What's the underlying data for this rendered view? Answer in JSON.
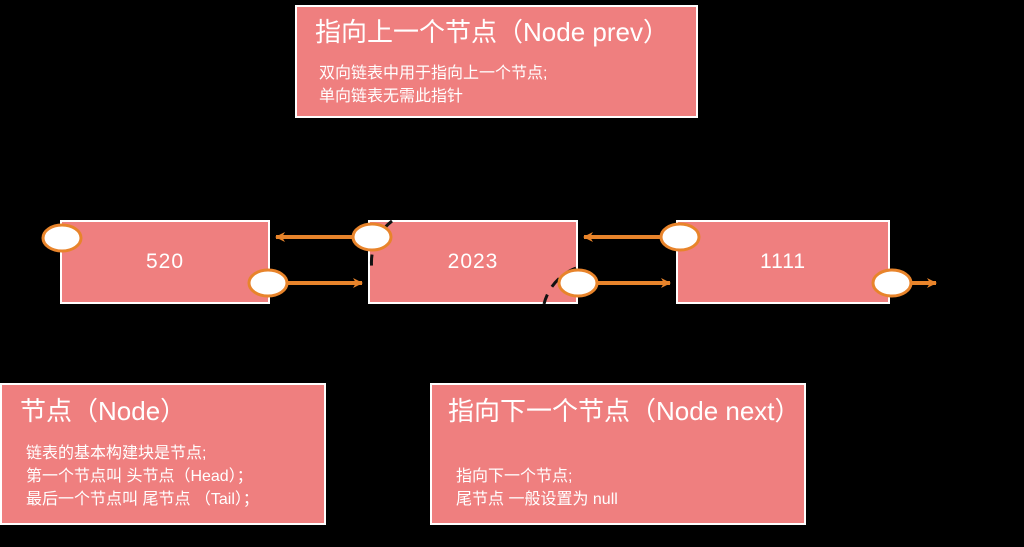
{
  "diagram": {
    "title": "linked-list-node-structure",
    "background_color": "#000000",
    "box_fill": "#ef7f7f",
    "box_border": "#ffffff",
    "arrow_color": "#e8842b",
    "arc_color": "#1a1a1a",
    "text_color": "#ffffff"
  },
  "callouts": {
    "prev": {
      "title": "指向上一个节点（Node prev）",
      "body": "双向链表中用于指向上一个节点;\n单向链表无需此指针"
    },
    "node": {
      "title": "节点（Node）",
      "body": "链表的基本构建块是节点;\n第一个节点叫 头节点（Head）；\n最后一个节点叫 尾节点 （Tail）；"
    },
    "next": {
      "title": "指向下一个节点（Node next）",
      "body": "指向下一个节点;\n尾节点 一般设置为 null"
    }
  },
  "linked_list": {
    "nodes": [
      {
        "value": "520",
        "label": "node-520"
      },
      {
        "value": "2023",
        "label": "node-2023"
      },
      {
        "value": "1111",
        "label": "node-1111"
      }
    ],
    "connectors": [
      {
        "name": "next-520-to-2023",
        "direction": "right",
        "from": "520",
        "to": "2023"
      },
      {
        "name": "prev-2023-to-520",
        "direction": "left",
        "from": "2023",
        "to": "520"
      },
      {
        "name": "next-2023-to-1111",
        "direction": "right",
        "from": "2023",
        "to": "1111"
      },
      {
        "name": "prev-1111-to-2023",
        "direction": "left",
        "from": "1111",
        "to": "2023"
      },
      {
        "name": "next-1111-to-null",
        "direction": "right",
        "from": "1111",
        "to": "null"
      }
    ],
    "pointer_arcs": [
      {
        "name": "prev-pointer-arc-2023"
      },
      {
        "name": "next-pointer-arc-2023"
      }
    ]
  }
}
